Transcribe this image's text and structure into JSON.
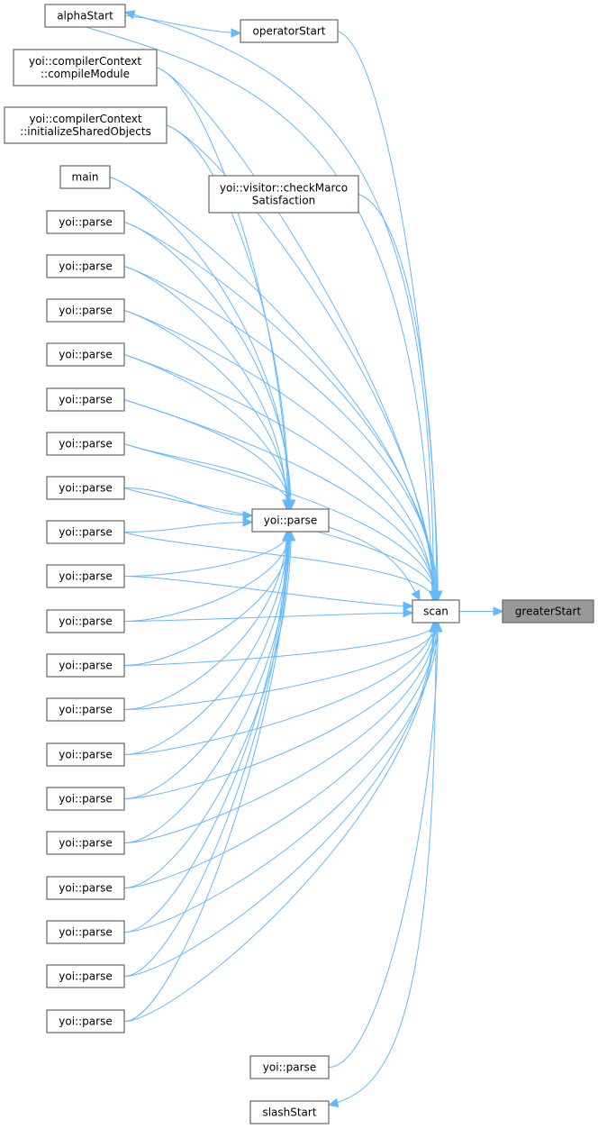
{
  "graph": {
    "colors": {
      "edge": "#63b8ff",
      "node_border": "#666666",
      "highlight_fill": "#999999"
    },
    "nodes": [
      {
        "id": "alphaStart",
        "lines": [
          "alphaStart"
        ]
      },
      {
        "id": "operatorStart",
        "lines": [
          "operatorStart"
        ]
      },
      {
        "id": "compileModule",
        "lines": [
          "yoi::compilerContext",
          "::compileModule"
        ]
      },
      {
        "id": "initShared",
        "lines": [
          "yoi::compilerContext",
          "::initializeSharedObjects"
        ]
      },
      {
        "id": "main",
        "lines": [
          "main"
        ]
      },
      {
        "id": "checkMarco",
        "lines": [
          "yoi::visitor::checkMarco",
          "Satisfaction"
        ]
      },
      {
        "id": "p1",
        "lines": [
          "yoi::parse"
        ]
      },
      {
        "id": "p2",
        "lines": [
          "yoi::parse"
        ]
      },
      {
        "id": "p3",
        "lines": [
          "yoi::parse"
        ]
      },
      {
        "id": "p4",
        "lines": [
          "yoi::parse"
        ]
      },
      {
        "id": "p5",
        "lines": [
          "yoi::parse"
        ]
      },
      {
        "id": "p6",
        "lines": [
          "yoi::parse"
        ]
      },
      {
        "id": "p7",
        "lines": [
          "yoi::parse"
        ]
      },
      {
        "id": "p8",
        "lines": [
          "yoi::parse"
        ]
      },
      {
        "id": "p9",
        "lines": [
          "yoi::parse"
        ]
      },
      {
        "id": "p10",
        "lines": [
          "yoi::parse"
        ]
      },
      {
        "id": "p11",
        "lines": [
          "yoi::parse"
        ]
      },
      {
        "id": "p12",
        "lines": [
          "yoi::parse"
        ]
      },
      {
        "id": "p13",
        "lines": [
          "yoi::parse"
        ]
      },
      {
        "id": "p14",
        "lines": [
          "yoi::parse"
        ]
      },
      {
        "id": "p15",
        "lines": [
          "yoi::parse"
        ]
      },
      {
        "id": "p16",
        "lines": [
          "yoi::parse"
        ]
      },
      {
        "id": "p17",
        "lines": [
          "yoi::parse"
        ]
      },
      {
        "id": "p18",
        "lines": [
          "yoi::parse"
        ]
      },
      {
        "id": "p19",
        "lines": [
          "yoi::parse"
        ]
      },
      {
        "id": "pmid",
        "lines": [
          "yoi::parse"
        ]
      },
      {
        "id": "scan",
        "lines": [
          "scan"
        ]
      },
      {
        "id": "greaterStart",
        "lines": [
          "greaterStart"
        ],
        "highlighted": true
      },
      {
        "id": "pbottom",
        "lines": [
          "yoi::parse"
        ]
      },
      {
        "id": "slashStart",
        "lines": [
          "slashStart"
        ]
      }
    ],
    "edges": [
      [
        "scan",
        "greaterStart"
      ],
      [
        "pmid",
        "scan"
      ],
      [
        "scan",
        "alphaStart"
      ],
      [
        "alphaStart",
        "operatorStart"
      ],
      [
        "operatorStart",
        "scan"
      ],
      [
        "compileModule",
        "scan"
      ],
      [
        "initShared",
        "scan"
      ],
      [
        "main",
        "scan"
      ],
      [
        "checkMarco",
        "scan"
      ],
      [
        "pbottom",
        "scan"
      ],
      [
        "scan",
        "slashStart"
      ],
      [
        "compileModule",
        "pmid"
      ],
      [
        "initShared",
        "pmid"
      ],
      [
        "main",
        "pmid"
      ],
      [
        "p1",
        "pmid"
      ],
      [
        "p2",
        "pmid"
      ],
      [
        "p3",
        "pmid"
      ],
      [
        "p4",
        "pmid"
      ],
      [
        "p5",
        "pmid"
      ],
      [
        "p6",
        "pmid"
      ],
      [
        "p7",
        "pmid"
      ],
      [
        "p8",
        "pmid"
      ],
      [
        "p9",
        "pmid"
      ],
      [
        "p10",
        "pmid"
      ],
      [
        "p11",
        "pmid"
      ],
      [
        "p12",
        "pmid"
      ],
      [
        "p13",
        "pmid"
      ],
      [
        "p14",
        "pmid"
      ],
      [
        "p15",
        "pmid"
      ],
      [
        "p16",
        "pmid"
      ],
      [
        "p17",
        "pmid"
      ],
      [
        "p18",
        "pmid"
      ],
      [
        "p19",
        "pmid"
      ],
      [
        "p1",
        "scan"
      ],
      [
        "p2",
        "scan"
      ],
      [
        "p3",
        "scan"
      ],
      [
        "p4",
        "scan"
      ],
      [
        "p5",
        "scan"
      ],
      [
        "p6",
        "scan"
      ],
      [
        "p7",
        "scan"
      ],
      [
        "p8",
        "scan"
      ],
      [
        "p9",
        "scan"
      ],
      [
        "p10",
        "scan"
      ],
      [
        "p11",
        "scan"
      ],
      [
        "p12",
        "scan"
      ],
      [
        "p13",
        "scan"
      ],
      [
        "p14",
        "scan"
      ],
      [
        "p15",
        "scan"
      ],
      [
        "p16",
        "scan"
      ],
      [
        "p17",
        "scan"
      ],
      [
        "p18",
        "scan"
      ],
      [
        "p19",
        "scan"
      ]
    ]
  }
}
